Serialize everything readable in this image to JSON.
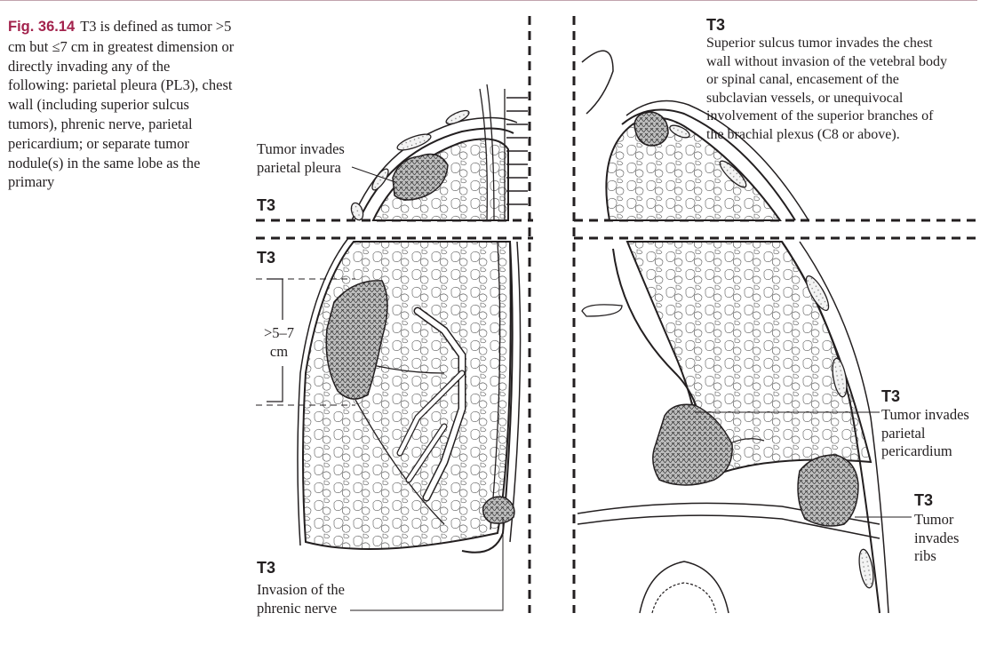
{
  "caption": {
    "figure_number": "Fig. 36.14",
    "text": "T3 is defined as tumor >5 cm but ≤7 cm in greatest dimension or directly invading any of the following: parietal pleura (PL3), chest wall (including superior sulcus tumors), phrenic nerve, parietal pericardium; or separate tumor nodule(s) in the same lobe as the primary"
  },
  "panels": {
    "top_left": {
      "stage": "T3",
      "label_line1": "Tumor invades",
      "label_line2": "parietal pleura"
    },
    "top_right": {
      "stage": "T3",
      "line1": "Superior sulcus tumor invades the chest",
      "line2": "wall without invasion of the vetebral body",
      "line3": "or spinal canal, encasement of the",
      "line4": "subclavian vessels, or unequivocal",
      "line5": "involvement of the superior branches of",
      "line6": "the brachial plexus (C8 or above)."
    },
    "bottom_left": {
      "stage_top": "T3",
      "measure_line1": ">5–7",
      "measure_line2": "cm",
      "stage_bottom": "T3",
      "label_line1": "Invasion of the",
      "label_line2": "phrenic nerve"
    },
    "bottom_right": {
      "pericardium_stage": "T3",
      "pericardium_line1": "Tumor invades",
      "pericardium_line2": "parietal",
      "pericardium_line3": "pericardium",
      "ribs_stage": "T3",
      "ribs_line1": "Tumor",
      "ribs_line2": "invades",
      "ribs_line3": "ribs"
    }
  },
  "colors": {
    "caption_accent": "#a3234d",
    "ink": "#231f20",
    "rule": "#c1a3ad"
  }
}
